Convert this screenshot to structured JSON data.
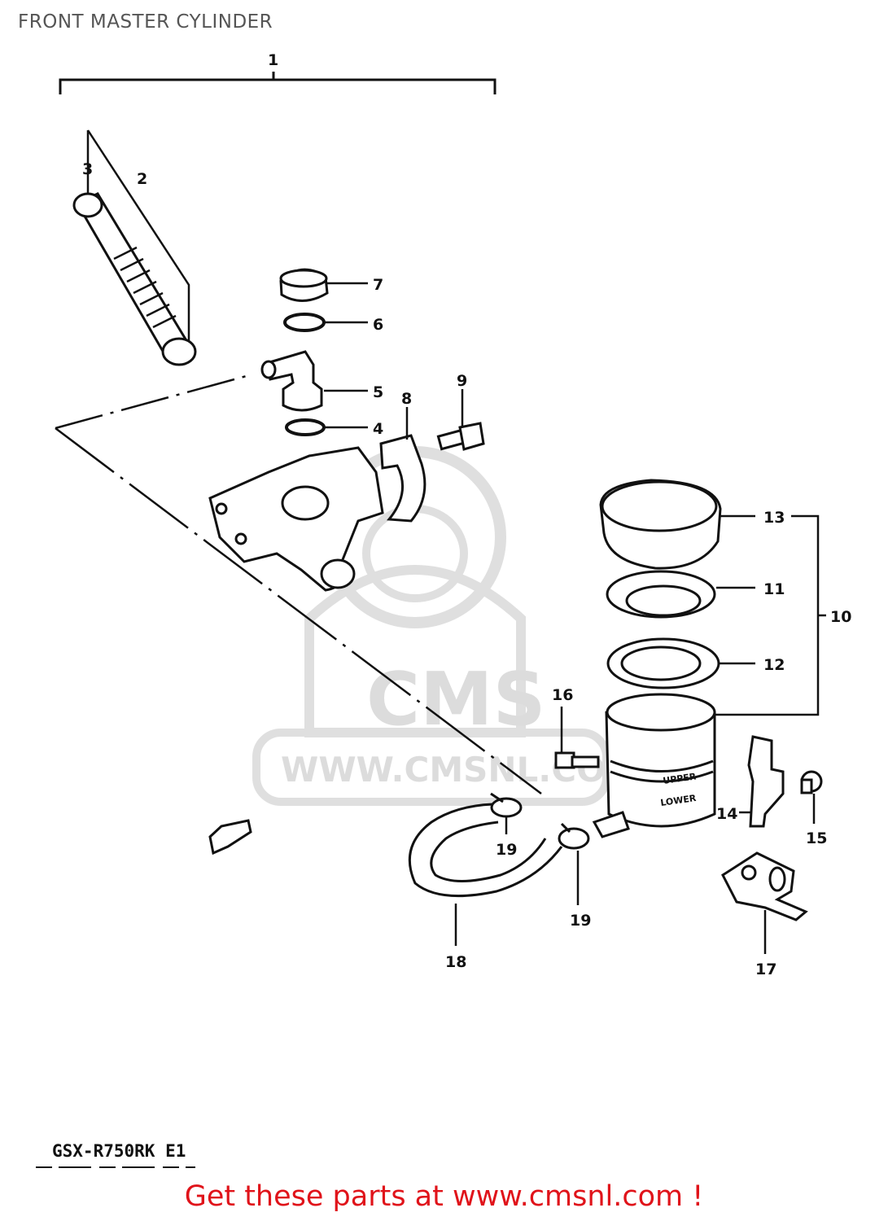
{
  "title": "FRONT MASTER CYLINDER",
  "footer": "Get these parts at www.cmsnl.com !",
  "model_code": "GSX-R750RK E1",
  "watermark": {
    "brand": "CMS",
    "url": "WWW.CMSNL.COM",
    "color": "#d9d9d9"
  },
  "accent_color": "#e0131a",
  "callouts": {
    "p1": "1",
    "p2": "2",
    "p3": "3",
    "p4": "4",
    "p5": "5",
    "p6": "6",
    "p7": "7",
    "p8": "8",
    "p9": "9",
    "p10": "10",
    "p11": "11",
    "p12": "12",
    "p13": "13",
    "p14": "14",
    "p15": "15",
    "p16": "16",
    "p17": "17",
    "p18": "18",
    "p19a": "19",
    "p19b": "19"
  },
  "reservoir_labels": {
    "upper": "UPPER",
    "lower": "LOWER"
  }
}
